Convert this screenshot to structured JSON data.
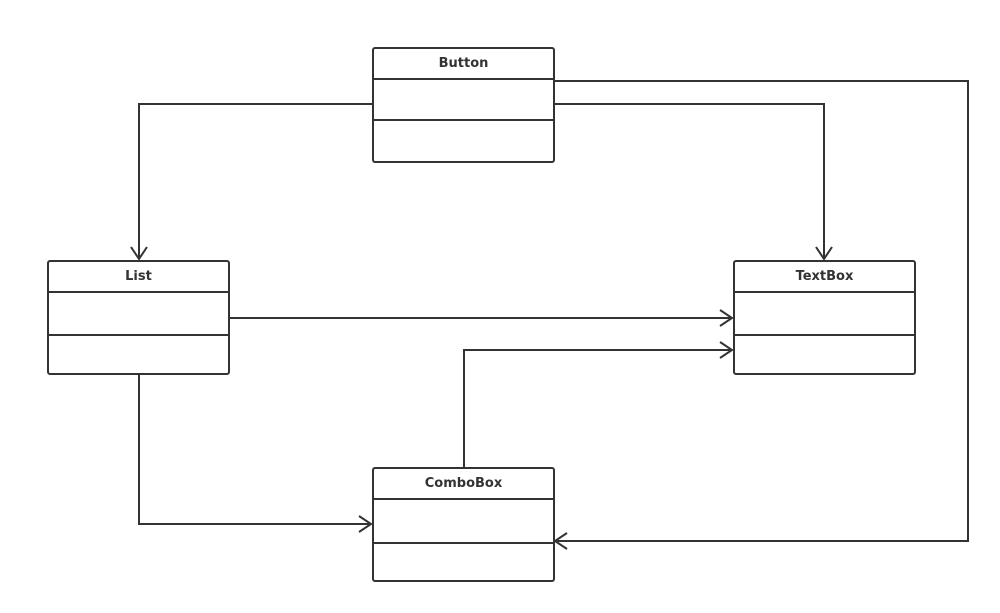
{
  "colors": {
    "stroke": "#333333",
    "background": "#ffffff"
  },
  "classes": {
    "button": {
      "name": "Button"
    },
    "list": {
      "name": "List"
    },
    "textbox": {
      "name": "TextBox"
    },
    "combobox": {
      "name": "ComboBox"
    }
  },
  "relations": [
    {
      "from": "Button",
      "to": "List",
      "kind": "association-open-arrow"
    },
    {
      "from": "Button",
      "to": "TextBox",
      "kind": "association-open-arrow"
    },
    {
      "from": "Button",
      "to": "ComboBox",
      "kind": "association-open-arrow"
    },
    {
      "from": "List",
      "to": "TextBox",
      "kind": "association-open-arrow"
    },
    {
      "from": "List",
      "to": "ComboBox",
      "kind": "association-open-arrow"
    },
    {
      "from": "ComboBox",
      "to": "TextBox",
      "kind": "association-open-arrow"
    }
  ]
}
